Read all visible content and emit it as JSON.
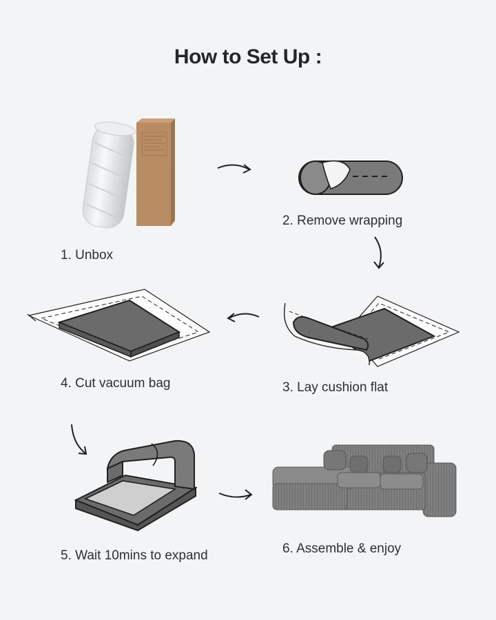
{
  "title": "How to Set Up :",
  "steps": [
    {
      "label": "1. Unbox"
    },
    {
      "label": "2. Remove wrapping"
    },
    {
      "label": "3. Lay cushion flat"
    },
    {
      "label": "4. Cut vacuum bag"
    },
    {
      "label": "5. Wait 10mins to expand"
    },
    {
      "label": "6. Assemble & enjoy"
    }
  ],
  "colors": {
    "background": "#f3f4f6",
    "cushion": "#6b6b6b",
    "outline": "#1f1f1f",
    "box": "#b58a62",
    "sofa": "#7d7d7d"
  }
}
